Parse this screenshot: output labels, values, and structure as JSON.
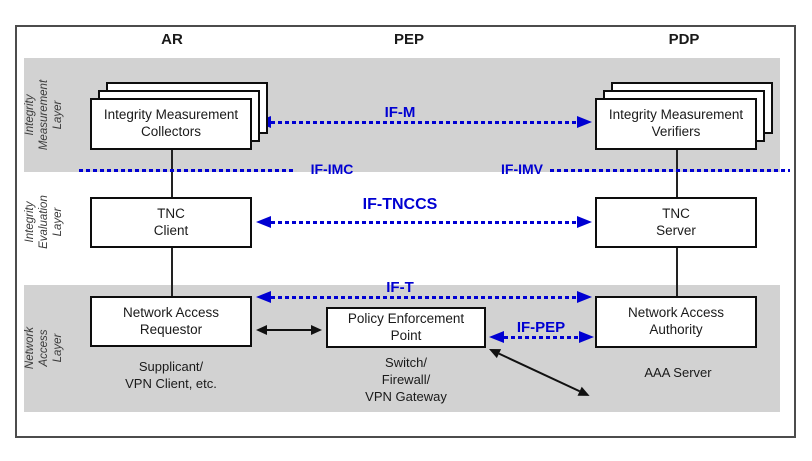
{
  "columns": {
    "ar": "AR",
    "pep": "PEP",
    "pdp": "PDP"
  },
  "layers": {
    "integrity_measurement": "Integrity\nMeasurement\nLayer",
    "integrity_evaluation": "Integrity\nEvaluation\nLayer",
    "network_access": "Network\nAccess\nLayer"
  },
  "nodes": {
    "collectors": "Integrity Measurement\nCollectors",
    "verifiers": "Integrity Measurement\nVerifiers",
    "tnc_client": "TNC\nClient",
    "tnc_server": "TNC\nServer",
    "network_access_requestor": "Network Access\nRequestor",
    "policy_enforcement_point": "Policy Enforcement\nPoint",
    "network_access_authority": "Network Access\nAuthority"
  },
  "node_sublabels": {
    "supplicant": "Supplicant/\nVPN Client, etc.",
    "switch": "Switch/\nFirewall/\nVPN Gateway",
    "aaa_server": "AAA Server"
  },
  "interfaces": {
    "if_m": "IF-M",
    "if_imc": "IF-IMC",
    "if_imv": "IF-IMV",
    "if_tnccs": "IF-TNCCS",
    "if_t": "IF-T",
    "if_pep": "IF-PEP"
  },
  "colors": {
    "interface_blue": "#0000d2",
    "layer_band_gray": "#d2d2d2",
    "frame_border": "#4c4c4c"
  }
}
